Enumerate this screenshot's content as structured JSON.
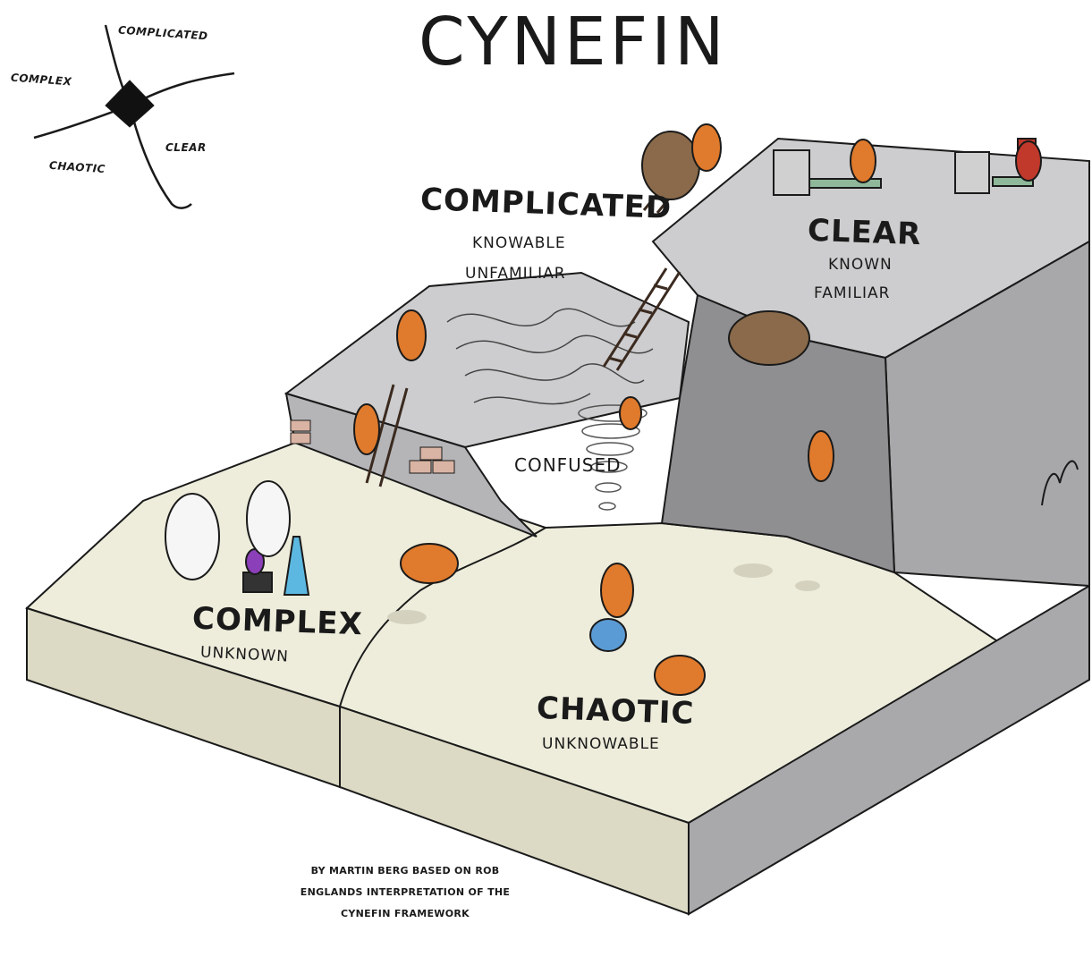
{
  "title": "CYNEFIN",
  "legend": {
    "complicated": "COMPLICATED",
    "complex": "COMPLEX",
    "clear": "CLEAR",
    "chaotic": "CHAOTIC"
  },
  "domains": {
    "complicated": {
      "name": "COMPLICATED",
      "lines": [
        "KNOWABLE",
        "UNFAMILIAR"
      ]
    },
    "clear": {
      "name": "CLEAR",
      "lines": [
        "KNOWN",
        "FAMILIAR"
      ]
    },
    "complex": {
      "name": "COMPLEX",
      "lines": [
        "UNKNOWN"
      ]
    },
    "chaotic": {
      "name": "CHAOTIC",
      "lines": [
        "UNKNOWABLE"
      ]
    },
    "confused": {
      "name": "CONFUSED"
    }
  },
  "credit": "BY MARTIN BERG BASED ON ROB ENGLANDS INTERPRETATION OF THE CYNEFIN FRAMEWORK",
  "colors": {
    "floor": "#eeeddc",
    "floor_side": "#dcdac4",
    "stone_top": "#cdcdcf",
    "stone_side": "#a8a8ab",
    "cliff": "#8f8f92",
    "creature": "#e07a2c",
    "outline": "#1a1a1a",
    "brick": "#d9b3a3"
  }
}
